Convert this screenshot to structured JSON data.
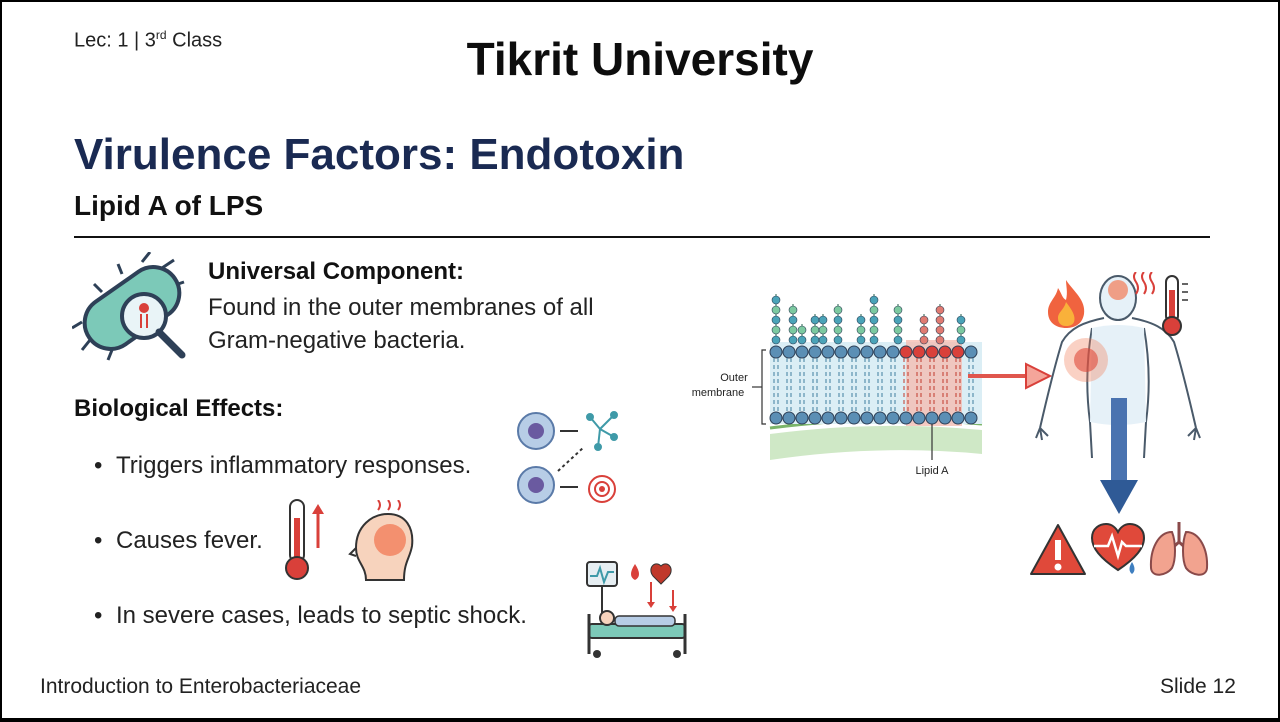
{
  "header": {
    "lecture_prefix": "Lec: 1 | 3",
    "lecture_sup": "rd",
    "lecture_suffix": " Class",
    "university": "Tikrit University"
  },
  "slide": {
    "title": "Virulence Factors: Endotoxin",
    "subtitle": "Lipid A of LPS",
    "component_heading": "Universal Component:",
    "component_text": "Found in the outer membranes of all Gram-negative bacteria.",
    "effects_heading": "Biological Effects:",
    "bullets": [
      "Triggers inflammatory responses.",
      "Causes fever.",
      "In severe cases, leads to septic shock."
    ]
  },
  "diagram": {
    "membrane_label_1": "Outer",
    "membrane_label_2": "membrane",
    "lipid_label": "Lipid A"
  },
  "footer": {
    "course": "Introduction to Enterobacteriaceae",
    "slide_number": "Slide 12"
  },
  "colors": {
    "title": "#1a2a52",
    "teal": "#3f9aa8",
    "red": "#d9403a"
  },
  "icons": [
    "bacterium-magnifier-icon",
    "immune-cells-icon",
    "thermometer-icon",
    "head-fever-icon",
    "hospital-bed-icon",
    "human-body-icon",
    "warning-icon",
    "heart-icon",
    "lungs-icon"
  ]
}
